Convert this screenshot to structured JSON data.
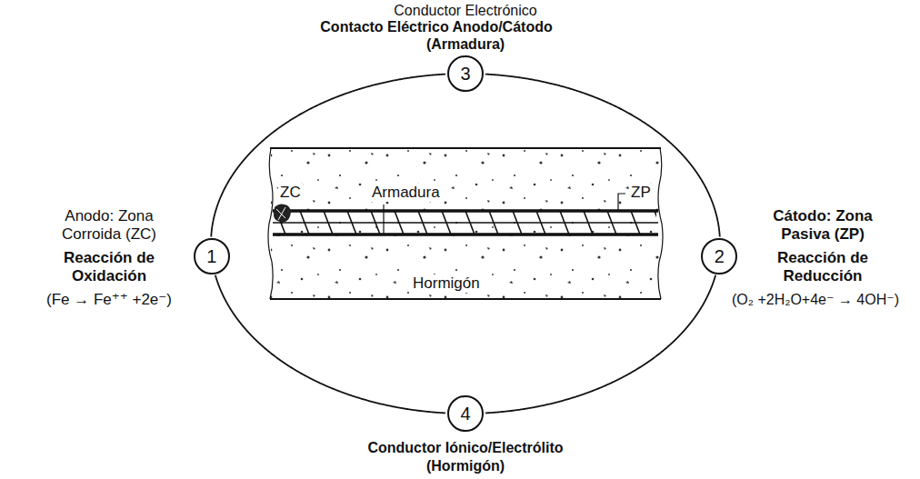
{
  "diagram": {
    "nodes": [
      {
        "text": [
          "1"
        ]
      },
      {
        "text": [
          "2"
        ]
      },
      {
        "text": [
          "3"
        ]
      },
      {
        "text": [
          "4"
        ]
      },
      {
        "text": [
          "ZC",
          "Armadura",
          "ZP",
          "Hormigón"
        ]
      }
    ],
    "edges": [
      {
        "from": 0,
        "to": 2,
        "arrow": "none"
      },
      {
        "from": 2,
        "to": 1,
        "arrow": "none"
      },
      {
        "from": 1,
        "to": 3,
        "arrow": "none"
      },
      {
        "from": 3,
        "to": 0,
        "arrow": "none"
      }
    ],
    "labels": [
      "Conductor Electrónico",
      "Contacto Eléctrico Anodo/Cátodo",
      "(Armadura)",
      "Anodo: Zona Corroida (ZC)",
      "Reacción de Oxidación",
      "(Fe → Fe⁺⁺ +2e⁻)",
      "Cátodo: Zona Pasiva (ZP)",
      "Reacción de Reducción",
      "(O₂ +2H₂O+4e⁻ → 4OH⁻)",
      "Conductor Iónico/Electrólito",
      "(Hormigón)"
    ]
  }
}
